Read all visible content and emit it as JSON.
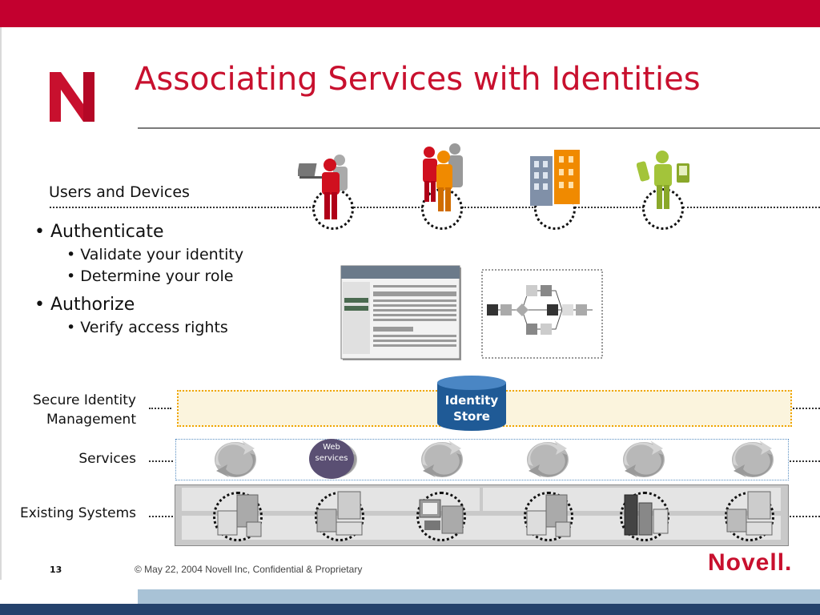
{
  "slide": {
    "title": "Associating Services with Identities",
    "users_devices_label": "Users and Devices",
    "bullets": [
      {
        "text": "Authenticate",
        "sub": [
          "Validate your identity",
          "Determine your role"
        ]
      },
      {
        "text": "Authorize",
        "sub": [
          "Verify access rights"
        ]
      }
    ],
    "layers": {
      "secure_identity": "Secure Identity\nManagement",
      "services": "Services",
      "existing_systems": "Existing Systems"
    },
    "identity_store": "Identity\nStore",
    "web_services": "Web\nservices"
  },
  "footer": {
    "page_number": "13",
    "copyright": "© May 22, 2004 Novell Inc, Confidential & Proprietary",
    "brand": "Novell."
  },
  "icons": [
    "novell-n-logo-icon",
    "user-at-laptop-icon",
    "group-users-icon",
    "buildings-icon",
    "mobile-user-icon",
    "web-portal-screenshot-icon",
    "workflow-diagram-icon",
    "identity-store-cylinder-icon",
    "service-cycle-icon",
    "server-icon"
  ],
  "colors": {
    "brand_red": "#c8102e",
    "top_bar": "#c3002f",
    "identity_blue": "#1f5a96",
    "footer_navy": "#24426c"
  }
}
